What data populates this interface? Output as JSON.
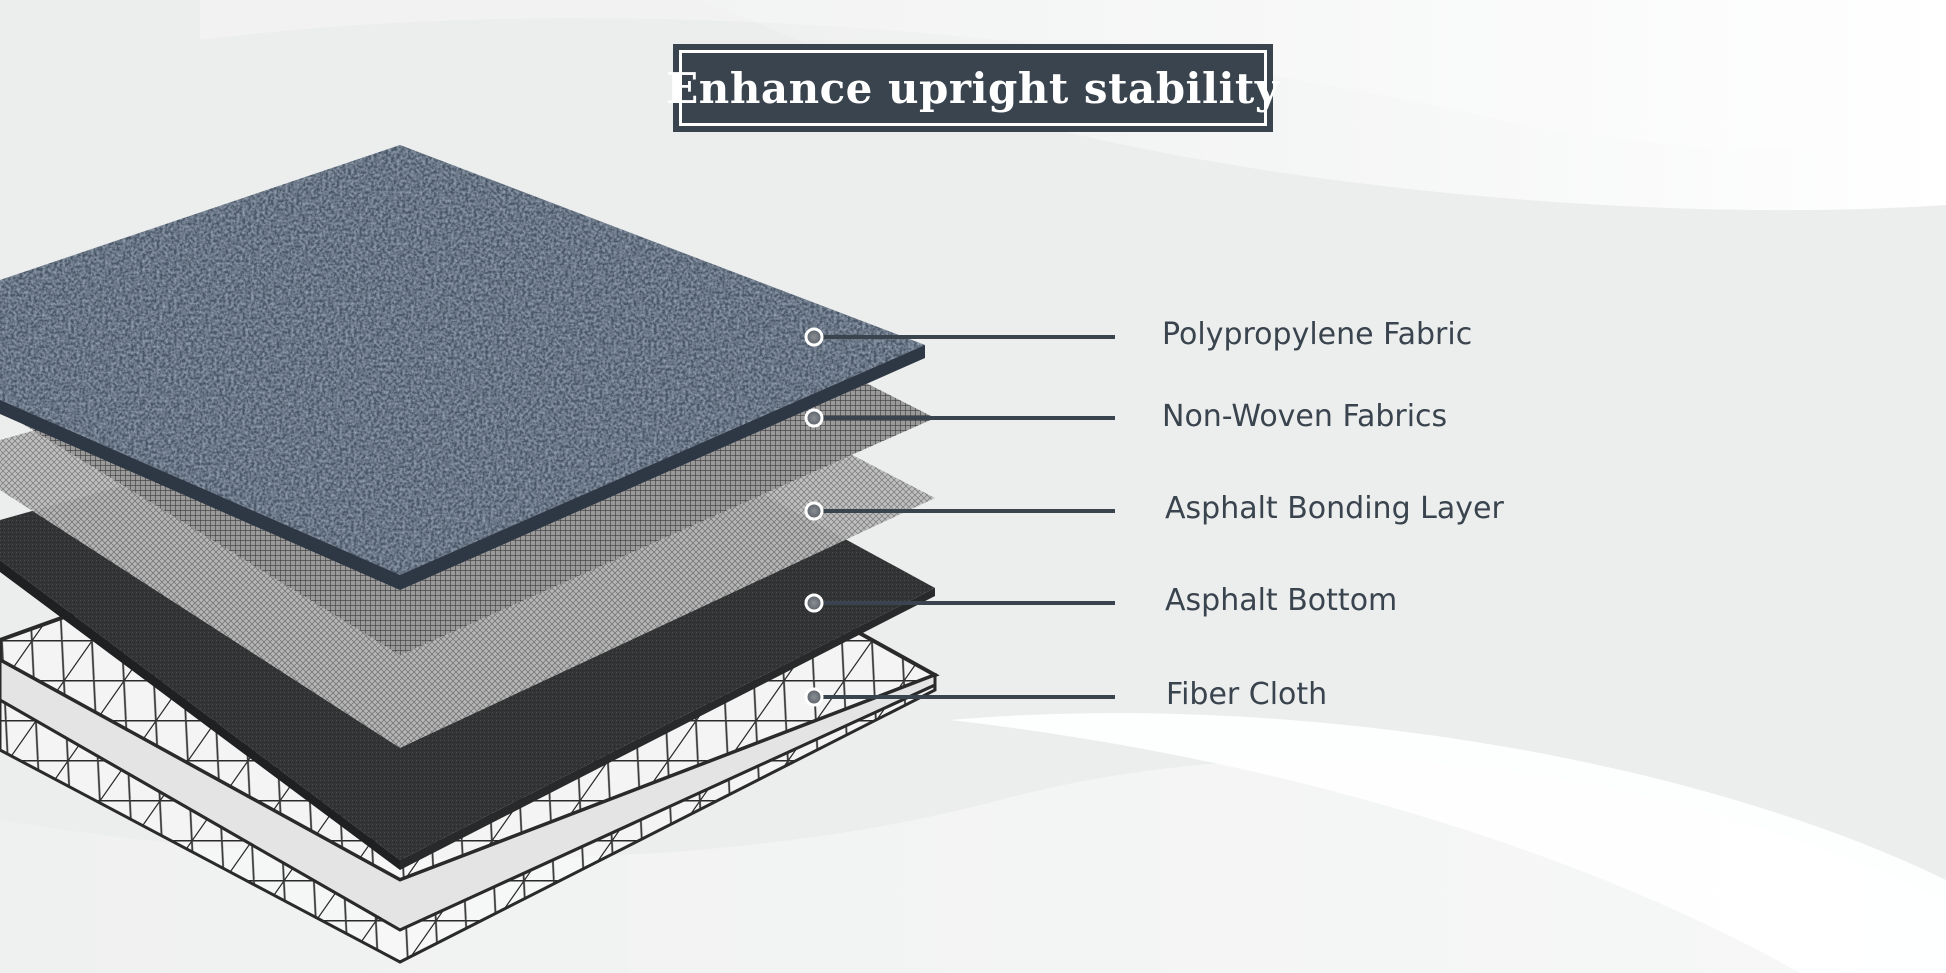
{
  "title": "Enhance upright stability",
  "layers": [
    {
      "id": "carpet",
      "label": "Polypropylene Fabric"
    },
    {
      "id": "nonwoven",
      "label": "Non-Woven Fabrics"
    },
    {
      "id": "bonding",
      "label": "Asphalt Bonding Layer"
    },
    {
      "id": "asphalt",
      "label": "Asphalt Bottom"
    },
    {
      "id": "fiber",
      "label": "Fiber Cloth"
    }
  ],
  "colors": {
    "background": "#eceeed",
    "title_bg": "#3a444e",
    "title_text": "#ffffff",
    "label_text": "#3a444e",
    "leader_line": "#3a444e",
    "carpet": "#4a5666",
    "asphalt": "#333436",
    "grid": "#2a2a2a"
  }
}
